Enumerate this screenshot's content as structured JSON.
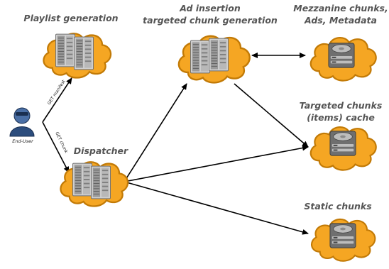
{
  "colors": {
    "cloud": "#f5a623",
    "cloud_edge": "#c27a06",
    "server_light": "#d9d9d9",
    "server_dark": "#8a8a8a",
    "storage": "#6f6f6f",
    "user": "#2c4d7d",
    "title_text": "#555555"
  },
  "nodes": {
    "playlist": {
      "title": "Playlist generation"
    },
    "ad_insertion": {
      "title_line1": "Ad insertion",
      "title_line2": "targeted chunk generation"
    },
    "dispatcher": {
      "title": "Dispatcher"
    },
    "mezzanine": {
      "title_line1": "Mezzanine chunks,",
      "title_line2": "Ads, Metadata"
    },
    "targeted_cache": {
      "title_line1": "Targeted chunks",
      "title_line2": "(items) cache"
    },
    "static_chunks": {
      "title": "Static chunks"
    },
    "end_user": {
      "label": "End-User"
    }
  },
  "edges": {
    "get_manifest": "GET manifest",
    "get_chunk": "GET chunk"
  }
}
